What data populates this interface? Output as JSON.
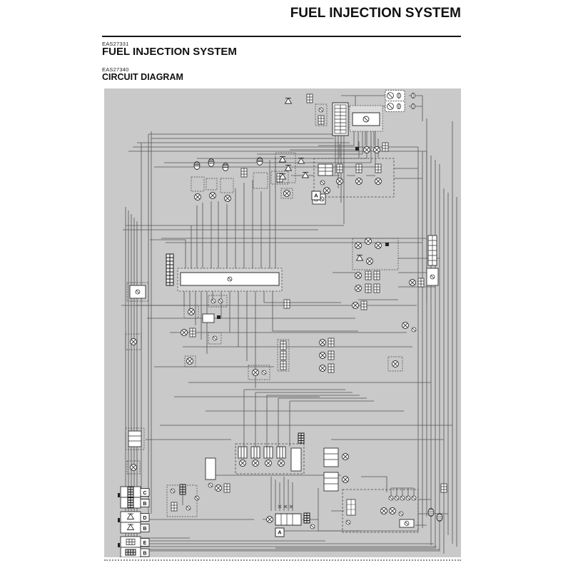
{
  "page": {
    "running_header": "FUEL INJECTION SYSTEM",
    "section": {
      "code": "EAS27331",
      "title": "FUEL INJECTION SYSTEM"
    },
    "subsection": {
      "code": "EAS27340",
      "title": "CIRCUIT DIAGRAM"
    }
  },
  "diagram": {
    "colors": {
      "panel_background": "#c9c9c9",
      "wire": "#545454",
      "component_fill": "#ffffff",
      "component_stroke": "#2e2e2e"
    },
    "inline_labels": [
      "A",
      "A"
    ],
    "legend": {
      "groups": [
        {
          "rows": [
            {
              "symbol": "connector-icon",
              "letter": "C"
            },
            {
              "symbol": "connector-icon",
              "letter": "B"
            }
          ]
        },
        {
          "rows": [
            {
              "symbol": "spark-plug-icon",
              "letter": "D"
            },
            {
              "symbol": "spark-plug-icon",
              "letter": "B"
            }
          ]
        },
        {
          "rows": [
            {
              "symbol": "relay-icon",
              "letter": "E"
            },
            {
              "symbol": "sensor-icon",
              "letter": "B"
            }
          ]
        }
      ]
    }
  }
}
